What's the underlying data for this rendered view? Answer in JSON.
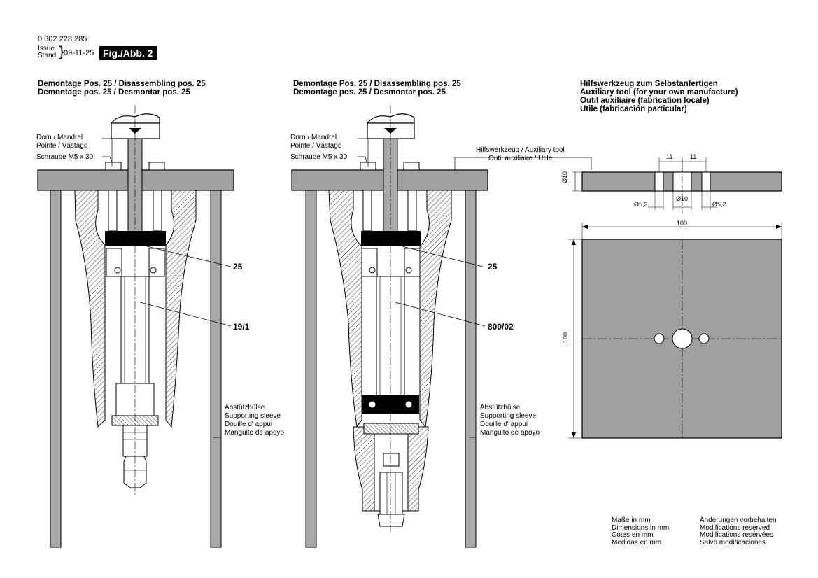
{
  "header": {
    "part_number": "0 602 228 285",
    "issue_label": "Issue",
    "stand_label": "Stand",
    "date": "09-11-25",
    "figure_label": "Fig./Abb. 2"
  },
  "left_panel": {
    "title_line1": "Demontage Pos. 25 / Disassembling pos. 25",
    "title_line2": "Demontage pos. 25 / Desmontar pos. 25",
    "mandrel_line1": "Dorn / Mandrel",
    "mandrel_line2": "Pointe / Vástago",
    "screw": "Schraube M5 x 30",
    "callout_top": "25",
    "callout_mid": "19/1",
    "sleeve_line1": "Abstützhülse",
    "sleeve_line2": "Supporting sleeve",
    "sleeve_line3": "Douille d' appui",
    "sleeve_line4": "Manguito de apoyo"
  },
  "middle_panel": {
    "title_line1": "Demontage Pos. 25 / Disassembling pos. 25",
    "title_line2": "Demontage pos. 25 / Desmontar pos. 25",
    "mandrel_line1": "Dorn / Mandrel",
    "mandrel_line2": "Pointe / Vástago",
    "screw": "Schraube M5 x 30",
    "aux_line1": "Hilfswerkzeug / Auxiliary tool",
    "aux_line2": "Outil auxiliaire / Utile",
    "callout_top": "25",
    "callout_mid": "800/02",
    "sleeve_line1": "Abstützhülse",
    "sleeve_line2": "Supporting sleeve",
    "sleeve_line3": "Douille d' appui",
    "sleeve_line4": "Manguito de apoyo"
  },
  "right_panel": {
    "title_line1": "Hilfswerkzeug zum Selbstanfertigen",
    "title_line2": "Auxiliary tool (for your own manufacture)",
    "title_line3": "Outil auxiliaire (fabrication locale)",
    "title_line4": "Utile (fabricación particular)",
    "dim_spacing_left": "11",
    "dim_spacing_right": "11",
    "dim_thickness": "Ø10",
    "dim_hole_left": "Ø5,2",
    "dim_hole_center": "Ø10",
    "dim_hole_right": "Ø5,2",
    "dim_width": "100",
    "dim_height": "100"
  },
  "footer": {
    "units_line1": "Maße in mm",
    "units_line2": "Dimensions in mm",
    "units_line3": "Cotes en mm",
    "units_line4": "Medidas en mm",
    "mods_line1": "Änderungen vorbehalten",
    "mods_line2": "Modifications reserved",
    "mods_line3": "Modifications resérvées",
    "mods_line4": "Salvo modificaciones"
  },
  "colors": {
    "plate_fill": "#a0a0a0",
    "sleeve_fill": "#a8a8a8",
    "line": "#000000"
  }
}
